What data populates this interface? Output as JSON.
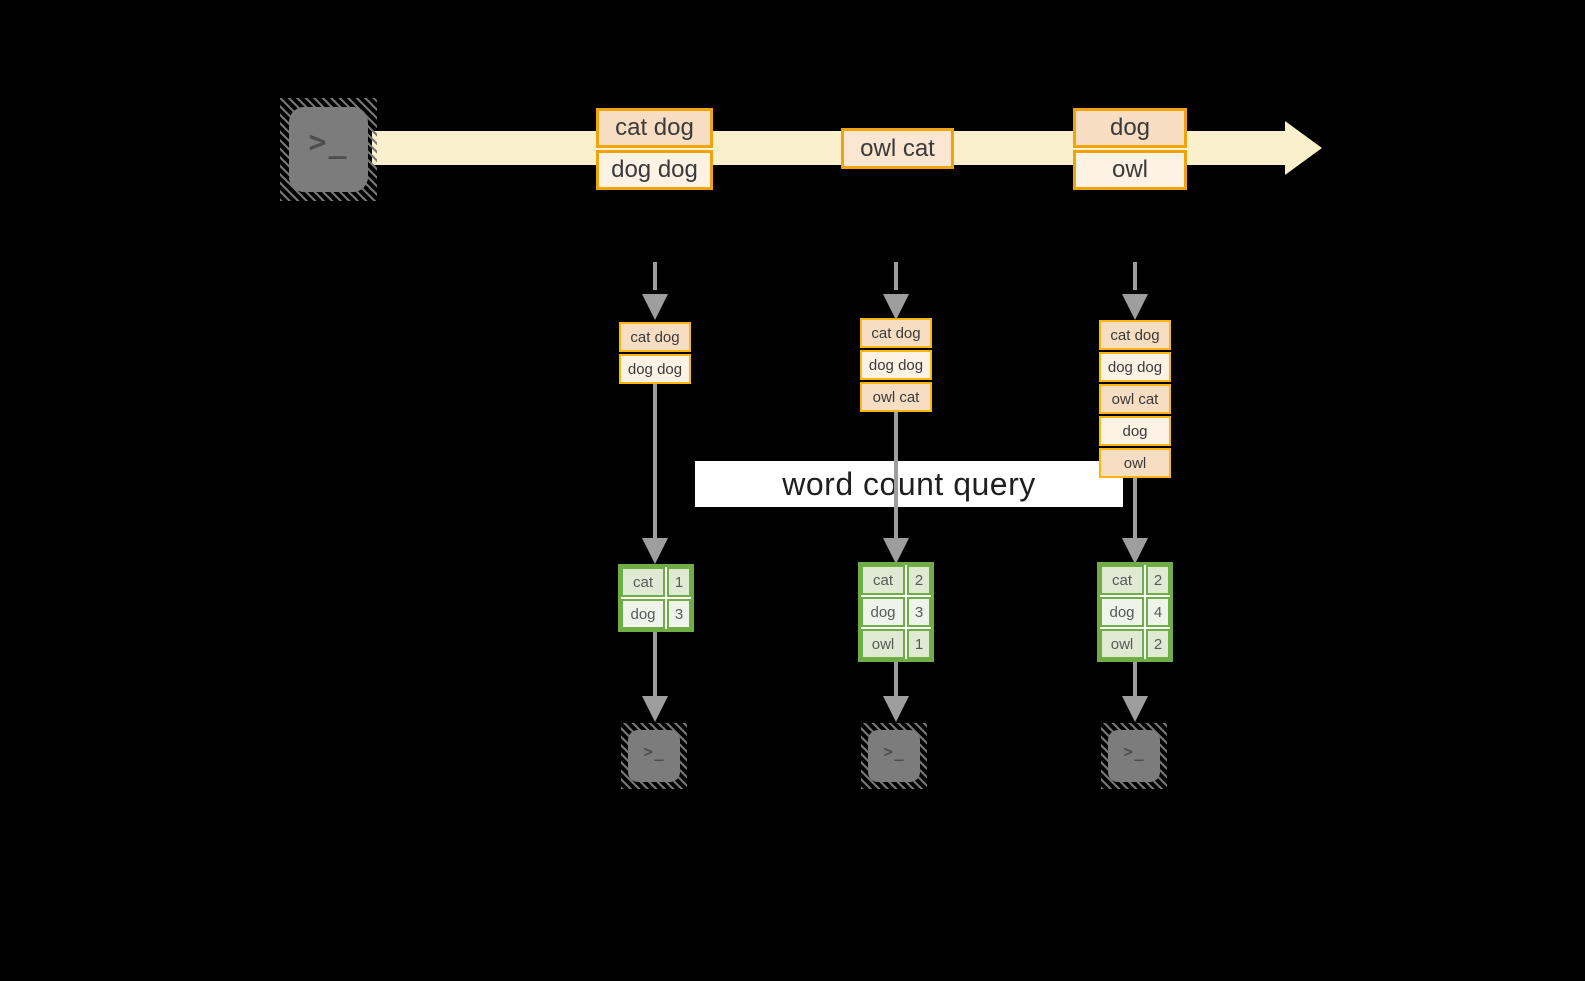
{
  "query_label": "word count query",
  "icons": {
    "prompt": ">_"
  },
  "timeline": {
    "batches": [
      {
        "items": [
          "cat dog",
          "dog dog"
        ]
      },
      {
        "items": [
          "owl cat"
        ]
      },
      {
        "items": [
          "dog",
          "owl"
        ]
      }
    ]
  },
  "columns": [
    {
      "state": [
        "cat dog",
        "dog dog"
      ],
      "result": [
        {
          "word": "cat",
          "count": "1"
        },
        {
          "word": "dog",
          "count": "3"
        }
      ]
    },
    {
      "state": [
        "cat dog",
        "dog dog",
        "owl cat"
      ],
      "result": [
        {
          "word": "cat",
          "count": "2"
        },
        {
          "word": "dog",
          "count": "3"
        },
        {
          "word": "owl",
          "count": "1"
        }
      ]
    },
    {
      "state": [
        "cat dog",
        "dog dog",
        "owl cat",
        "dog",
        "owl"
      ],
      "result": [
        {
          "word": "cat",
          "count": "2"
        },
        {
          "word": "dog",
          "count": "4"
        },
        {
          "word": "owl",
          "count": "2"
        }
      ]
    }
  ],
  "colors": {
    "background": "#000000",
    "stream_band": "#FBF0CC",
    "batch_border": "#F0A30A",
    "state_border": "#FBB70E",
    "fill_peach": "#F7DDC2",
    "fill_cream": "#FDF2E4",
    "table_border": "#6FAD47",
    "table_fill_dark": "#DFE9D3",
    "table_fill_light": "#EFF3EA",
    "arrow_gray": "#9E9E9E",
    "terminal_gray": "#7C7C7C"
  }
}
